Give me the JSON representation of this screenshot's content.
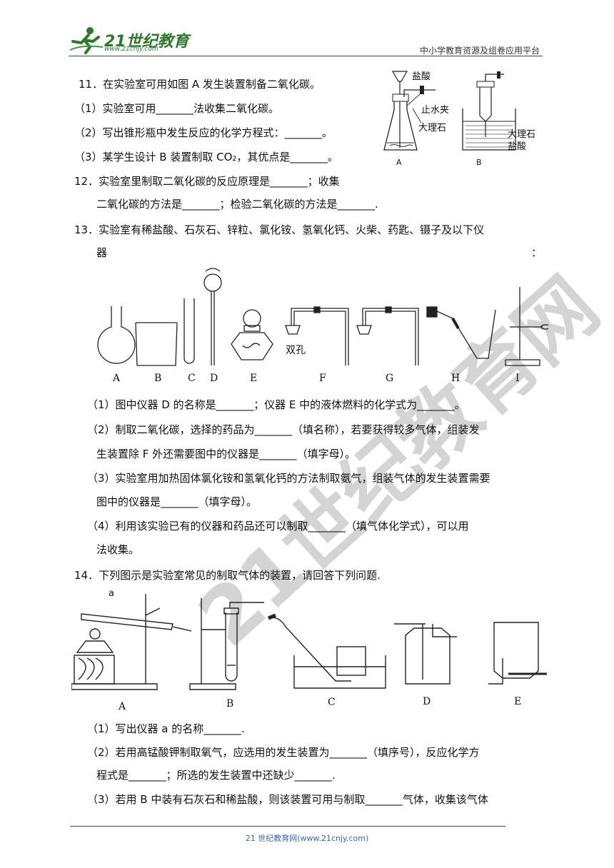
{
  "header": {
    "logo_text": "21世纪教育",
    "logo_url": "www.21cnjy.com",
    "platform": "中小学教育资源及组卷应用平台"
  },
  "watermark": "21世纪教育网",
  "q11": {
    "stem": "11．在实验室可用如图 A 发生装置制备二氧化碳。",
    "p1": "（1）实验室可用_______法收集二氧化碳。",
    "p2": "（2）写出锥形瓶中发生反应的化学方程式：_______。",
    "p3": "（3）某学生设计 B 装置制取 CO₂，其优点是_______。",
    "fig_labels": {
      "hcl_top": "盐酸",
      "clamp": "止水夹",
      "marble_a": "大理石",
      "a": "A",
      "marble_b": "大理石",
      "hcl_b": "盐酸",
      "b": "B"
    }
  },
  "q12": {
    "l1": "12．实验室里制取二氧化碳的反应原理是_______；收集",
    "l2": "二氧化碳的方法是_______；检验二氧化碳的方法是_______."
  },
  "q13": {
    "l1": "13．实验室有稀盐酸、石灰石、锌粒、氯化铵、氢氧化钙、火柴、药匙、镊子及以下仪",
    "l2": "器",
    "colon": "：",
    "labels": [
      "A",
      "B",
      "C",
      "D",
      "E",
      "F",
      "G",
      "H",
      "I"
    ],
    "double_hole": "双孔",
    "p1": "（1）图中仪器 D 的名称是_______；仪器 E 中的液体燃料的化学式为_______。",
    "p2a": "（2）制取二氧化碳，选择的药品为_______（填名称），若要获得较多气体，组装发",
    "p2b": "生装置除 F 外还需要图中的仪器是_______（填字母）。",
    "p3a": "（3）实验室用加热固体氯化铵和氢氧化钙的方法制取氨气，组装气体的发生装置需要",
    "p3b": "图中的仪器是_______（填字母）。",
    "p4a": "（4）利用该实验已有的仪器和药品还可以制取_______（填气体化学式），可以用",
    "p4b": "法收集。"
  },
  "q14": {
    "stem": "14．下列图示是实验室常见的制取气体的装置，请回答下列问题.",
    "a_label": "a",
    "labels": [
      "A",
      "B",
      "C",
      "D",
      "E"
    ],
    "p1": "（1）写出仪器 a 的名称_______.",
    "p2a": "（2）若用高锰酸钾制取氧气，应选用的发生装置为_______（填序号），反应化学方",
    "p2b": "程式是_______；所选的发生装置中还缺少_______.",
    "p3": "（3）若用 B 中装有石灰石和稀盐酸，则该装置可用与制取_______气体，收集该气体"
  },
  "footer": "21 世纪教育网(www.21cnjy.com)"
}
